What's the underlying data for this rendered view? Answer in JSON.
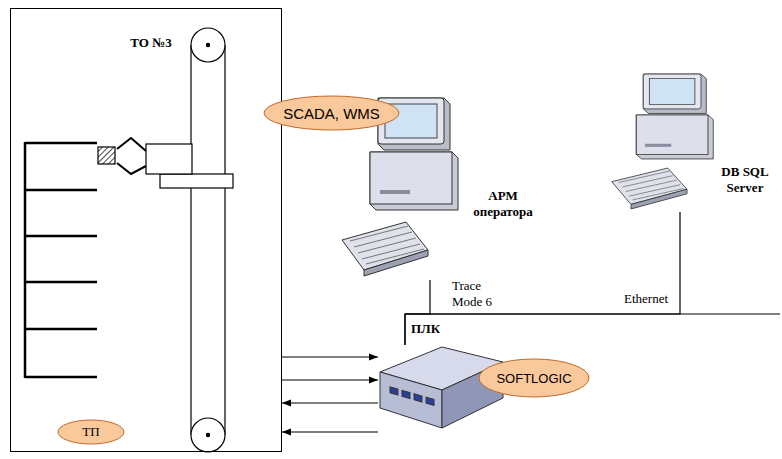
{
  "diagram": {
    "nodes": [
      {
        "text": [
          "ТО №3"
        ]
      },
      {
        "text": [
          "ТП"
        ],
        "in": 0
      },
      {
        "text": [
          "SCADA, WMS"
        ]
      },
      {
        "text": [
          "АРМ оператора"
        ]
      },
      {
        "text": [
          "DB SQL Server"
        ]
      },
      {
        "text": [
          "ПЛК"
        ]
      },
      {
        "text": [
          "SOFTLOGIC"
        ],
        "in": 5
      }
    ],
    "edges": [
      {
        "from": 0,
        "to": 5,
        "arrow": "to"
      },
      {
        "from": 0,
        "to": 5,
        "arrow": "to"
      },
      {
        "from": 5,
        "to": 0,
        "arrow": "to"
      },
      {
        "from": 5,
        "to": 0,
        "arrow": "to"
      },
      {
        "from": 3,
        "to": 5,
        "label": "Trace Mode 6",
        "arrow": "none"
      },
      {
        "from": 4,
        "to": 5,
        "label": "Ethernet",
        "arrow": "none"
      }
    ]
  }
}
